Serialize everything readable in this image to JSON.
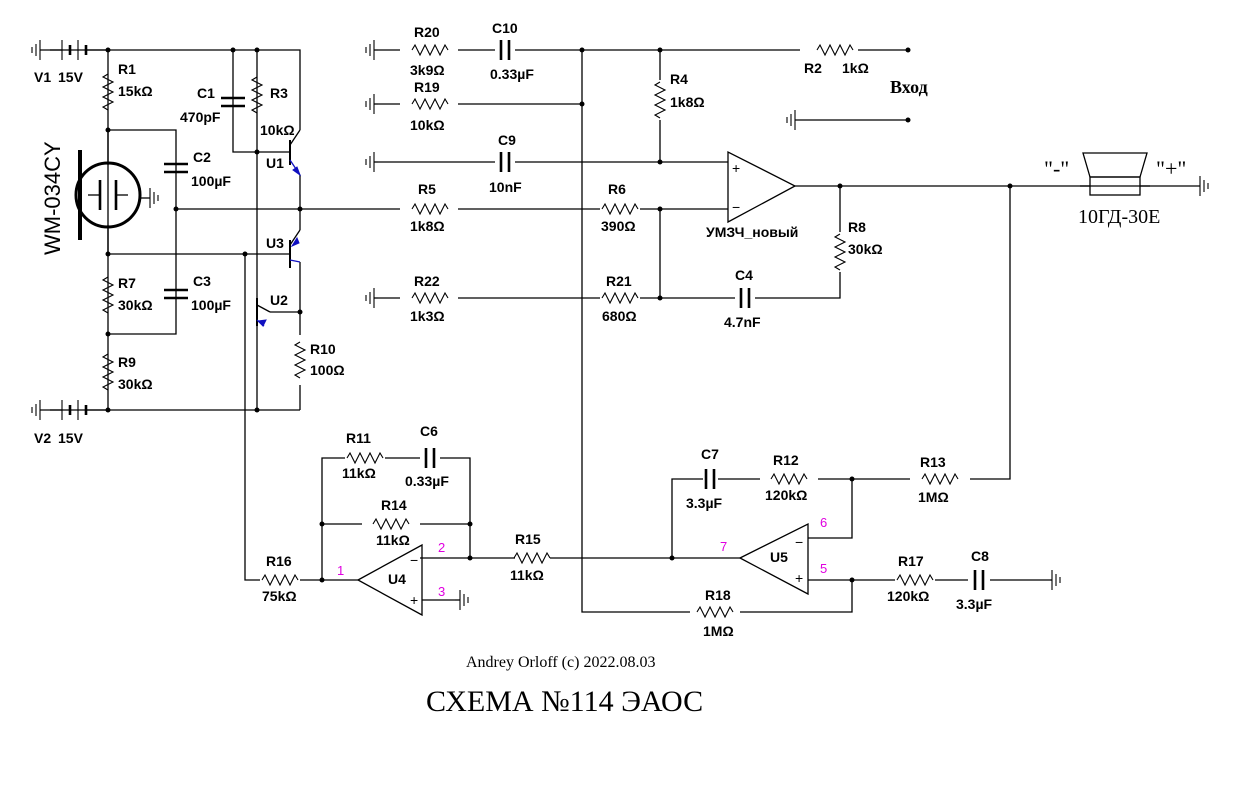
{
  "title": "СХЕМА №114 ЭАОС",
  "author": "Andrey Orloff (c) 2022.08.03",
  "input_label": "Вход",
  "speaker": {
    "name": "10ГД-30Е",
    "minus": "\"-\"",
    "plus": "\"+\""
  },
  "mic": "WM-034CY",
  "sources": [
    {
      "ref": "V1",
      "value": "15V"
    },
    {
      "ref": "V2",
      "value": "15V"
    }
  ],
  "resistors": [
    {
      "ref": "R1",
      "value": "15kΩ"
    },
    {
      "ref": "R2",
      "value": "1kΩ"
    },
    {
      "ref": "R3",
      "value": "10kΩ"
    },
    {
      "ref": "R4",
      "value": "1k8Ω"
    },
    {
      "ref": "R5",
      "value": "1k8Ω"
    },
    {
      "ref": "R6",
      "value": "390Ω"
    },
    {
      "ref": "R7",
      "value": "30kΩ"
    },
    {
      "ref": "R8",
      "value": "30kΩ"
    },
    {
      "ref": "R9",
      "value": "30kΩ"
    },
    {
      "ref": "R10",
      "value": "100Ω"
    },
    {
      "ref": "R11",
      "value": "11kΩ"
    },
    {
      "ref": "R12",
      "value": "120kΩ"
    },
    {
      "ref": "R13",
      "value": "1MΩ"
    },
    {
      "ref": "R14",
      "value": "11kΩ"
    },
    {
      "ref": "R15",
      "value": "11kΩ"
    },
    {
      "ref": "R16",
      "value": "75kΩ"
    },
    {
      "ref": "R17",
      "value": "120kΩ"
    },
    {
      "ref": "R18",
      "value": "1MΩ"
    },
    {
      "ref": "R19",
      "value": "10kΩ"
    },
    {
      "ref": "R20",
      "value": "3k9Ω"
    },
    {
      "ref": "R21",
      "value": "680Ω"
    },
    {
      "ref": "R22",
      "value": "1k3Ω"
    }
  ],
  "capacitors": [
    {
      "ref": "C1",
      "value": "470pF"
    },
    {
      "ref": "C2",
      "value": "100µF"
    },
    {
      "ref": "C3",
      "value": "100µF"
    },
    {
      "ref": "C4",
      "value": "4.7nF"
    },
    {
      "ref": "C6",
      "value": "0.33µF"
    },
    {
      "ref": "C7",
      "value": "3.3µF"
    },
    {
      "ref": "C8",
      "value": "3.3µF"
    },
    {
      "ref": "C9",
      "value": "10nF"
    },
    {
      "ref": "C10",
      "value": "0.33µF"
    }
  ],
  "transistors": [
    "U1",
    "U2",
    "U3"
  ],
  "amplifier": "УМЗЧ_новый",
  "opamps": [
    {
      "ref": "U4",
      "pins": [
        "1",
        "2",
        "3"
      ]
    },
    {
      "ref": "U5",
      "pins": [
        "5",
        "6",
        "7"
      ]
    }
  ],
  "pin_color": "#e000e0"
}
